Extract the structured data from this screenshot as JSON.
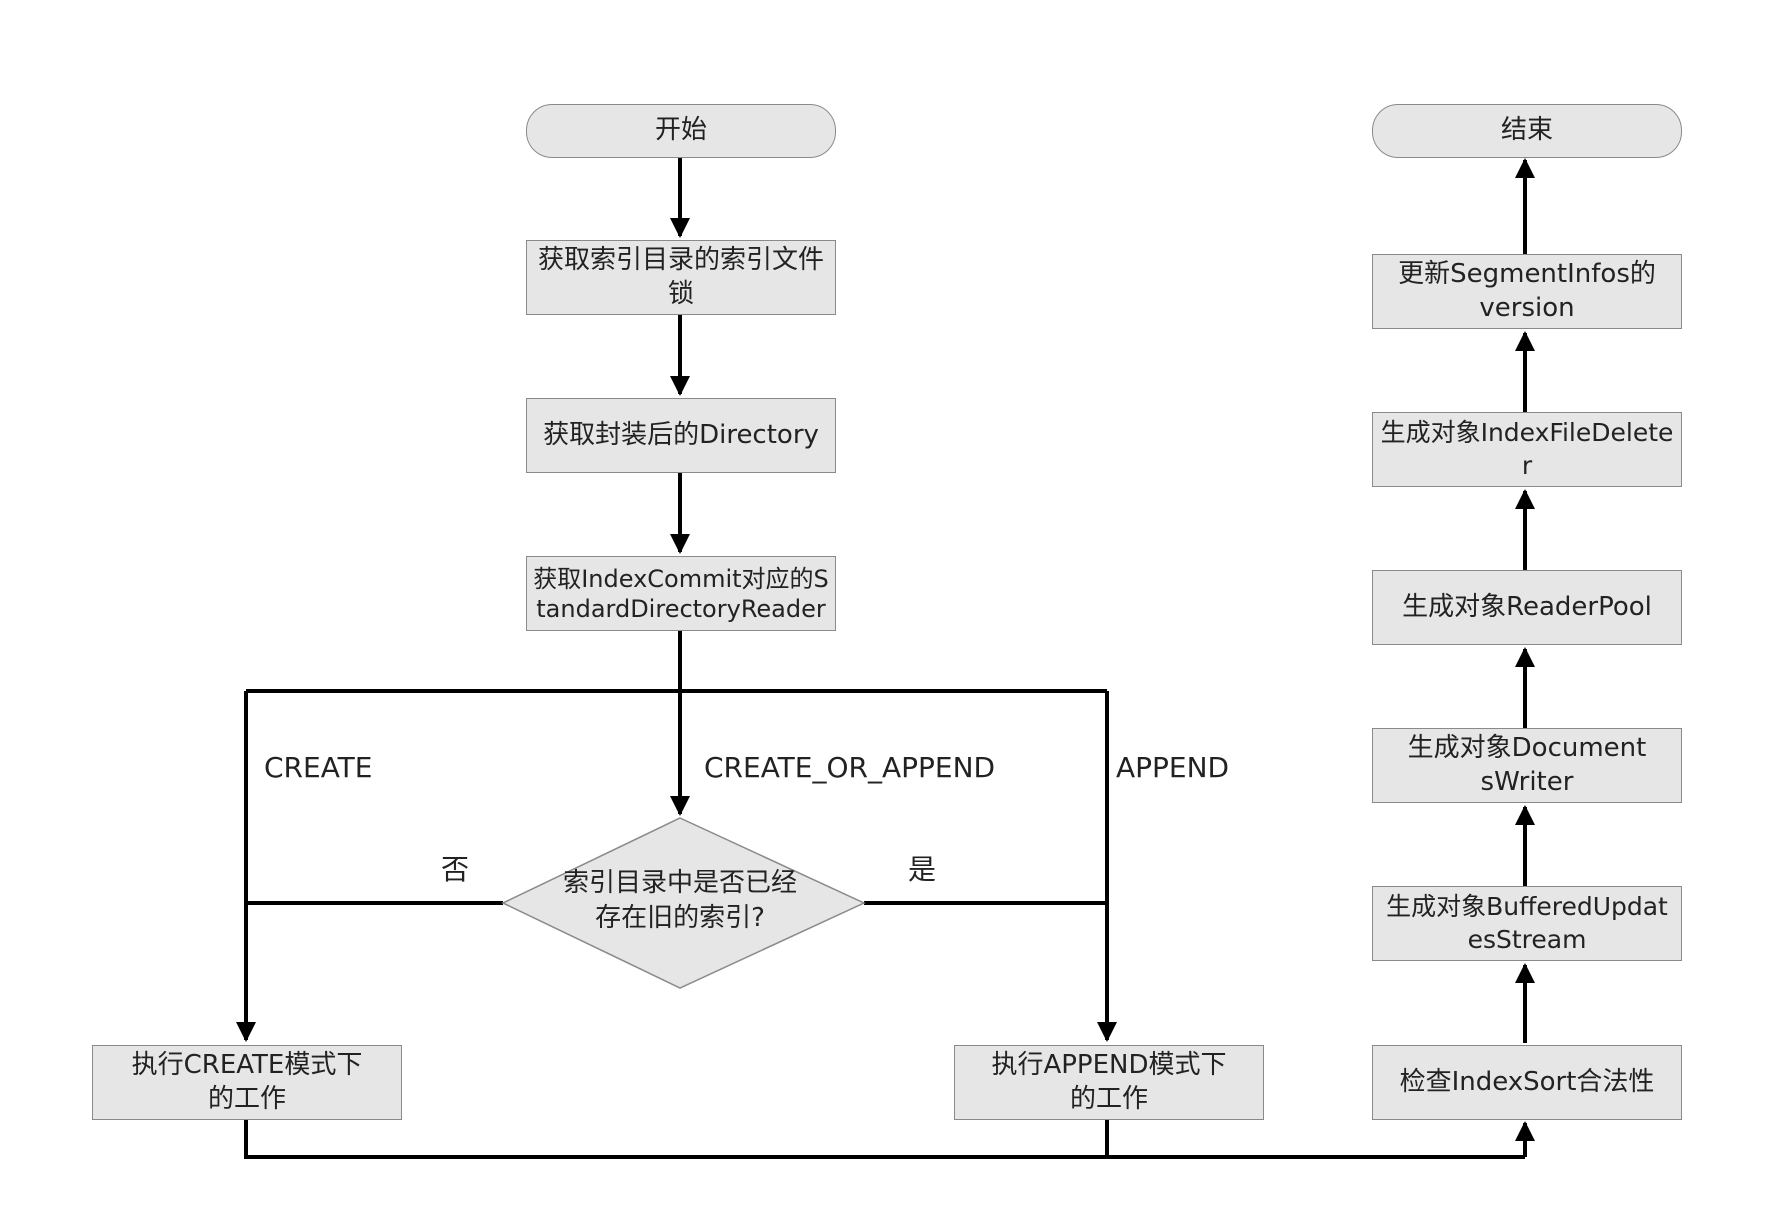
{
  "nodes": {
    "start": "开始",
    "get_lock": "获取索引目录的索引文件锁",
    "get_directory": "获取封装后的Directory",
    "get_reader": "获取IndexCommit对应的StandardDirectoryReader",
    "decision": "索引目录中是否已经存在旧的索引?",
    "create_work": "执行CREATE模式下的工作",
    "append_work": "执行APPEND模式下的工作",
    "check_sort": "检查IndexSort合法性",
    "buffered_stream": "生成对象BufferedUpdatesStream",
    "docs_writer": "生成对象DocumentsWriter",
    "reader_pool": "生成对象ReaderPool",
    "file_deleter": "生成对象IndexFileDeleter",
    "update_version": "更新SegmentInfos的version",
    "end": "结束"
  },
  "edge_labels": {
    "create": "CREATE",
    "create_or_append": "CREATE_OR_APPEND",
    "append": "APPEND",
    "no": "否",
    "yes": "是"
  },
  "colors": {
    "box_fill": "#e6e6e6",
    "box_border": "#8a8a8a",
    "line": "#000000",
    "text": "#222222"
  }
}
